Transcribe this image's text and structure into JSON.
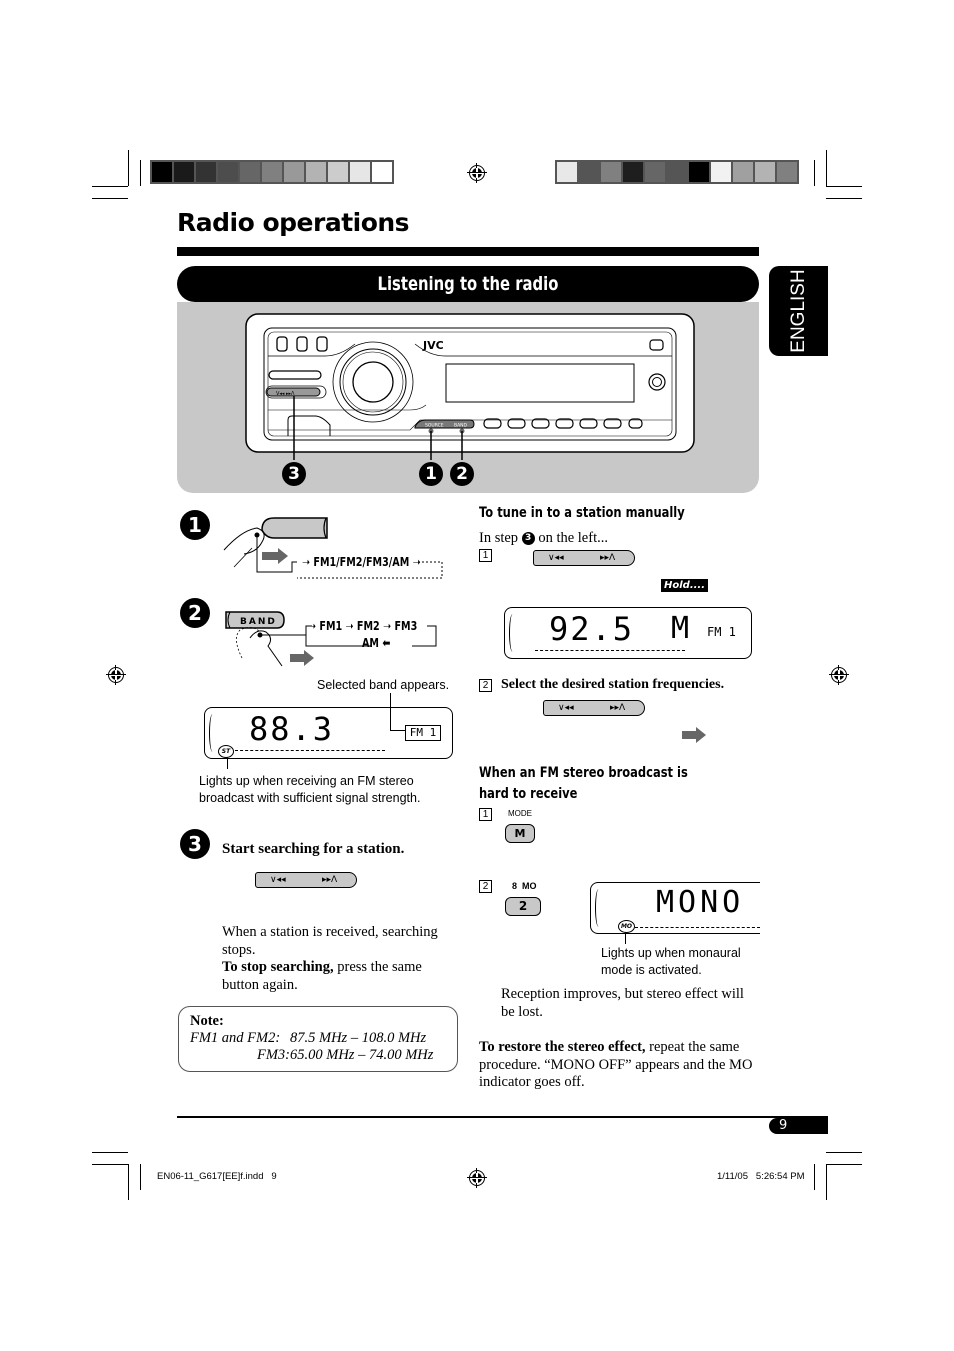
{
  "page": {
    "title": "Radio operations",
    "section": "Listening to the radio",
    "language_tab": "ENGLISH",
    "page_number": "9"
  },
  "print_marks": {
    "left_colorbar": [
      "#000000",
      "#1a1a1a",
      "#333333",
      "#4d4d4d",
      "#666666",
      "#808080",
      "#999999",
      "#b3b3b3",
      "#cccccc",
      "#e6e6e6",
      "#ffffff"
    ],
    "right_colorbar": [
      "#e8e8e8",
      "#555555",
      "#808080",
      "#1e1e1e",
      "#666666",
      "#555555",
      "#000000",
      "#f2f2f2",
      "#a0a0a0",
      "#b3b3b3",
      "#808080"
    ],
    "footer_file": "EN06-11_G617[EE]f.indd   9",
    "footer_timestamp": "1/11/05   5:26:54 PM"
  },
  "device": {
    "brand": "JVC",
    "source_label": "SOURCE",
    "band_label": "BAND",
    "tune_label": "∨⏮  ⏭∧",
    "callouts": [
      "3",
      "1",
      "2"
    ]
  },
  "left_column": {
    "step1": {
      "number": "1",
      "button": "SOURCE",
      "flow": "FM1/FM2/FM3/AM"
    },
    "step2": {
      "number": "2",
      "button": "BAND",
      "flow_top": [
        "FM1",
        "FM2",
        "FM3"
      ],
      "flow_bottom": "AM",
      "band_caption": "Selected band appears.",
      "lcd_freq": "88.3",
      "lcd_band": "FM 1",
      "lcd_indicator": "ST",
      "st_caption": "Lights up when receiving an FM stereo broadcast with sufficient signal strength."
    },
    "step3": {
      "number": "3",
      "heading": "Start searching for a station.",
      "text1": "When a station is received, searching stops.",
      "stop_bold": "To stop searching,",
      "stop_rest": " press the same button again."
    },
    "note": {
      "title": "Note:",
      "rows": [
        {
          "label": "FM1 and FM2:",
          "value": "87.5 MHz – 108.0 MHz"
        },
        {
          "label": "FM3:",
          "value": "65.00 MHz – 74.00 MHz"
        }
      ]
    }
  },
  "right_column": {
    "manual": {
      "heading": "To tune in to a station manually",
      "intro_pre": "In step",
      "intro_num": "3",
      "intro_post": "on the left...",
      "step1_num": "1",
      "hold_label": "Hold....",
      "lcd_freq": "92.5",
      "lcd_mode": "M",
      "lcd_band": "FM 1",
      "step2_num": "2",
      "step2_text": "Select the desired station frequencies."
    },
    "mono": {
      "heading": "When an FM stereo broadcast is hard to receive",
      "step1_num": "1",
      "mode_label": "MODE",
      "mode_button": "M",
      "step2_num": "2",
      "preset_label": "8  MO",
      "preset_button": "2",
      "lcd_text": "MONO",
      "lcd_indicator": "MO",
      "mo_caption": "Lights up when monaural mode is activated.",
      "result_text": "Reception improves, but stereo effect will be lost.",
      "restore_bold": "To restore the stereo effect,",
      "restore_rest": " repeat the same procedure. “MONO OFF” appears and the MO indicator goes off."
    }
  }
}
